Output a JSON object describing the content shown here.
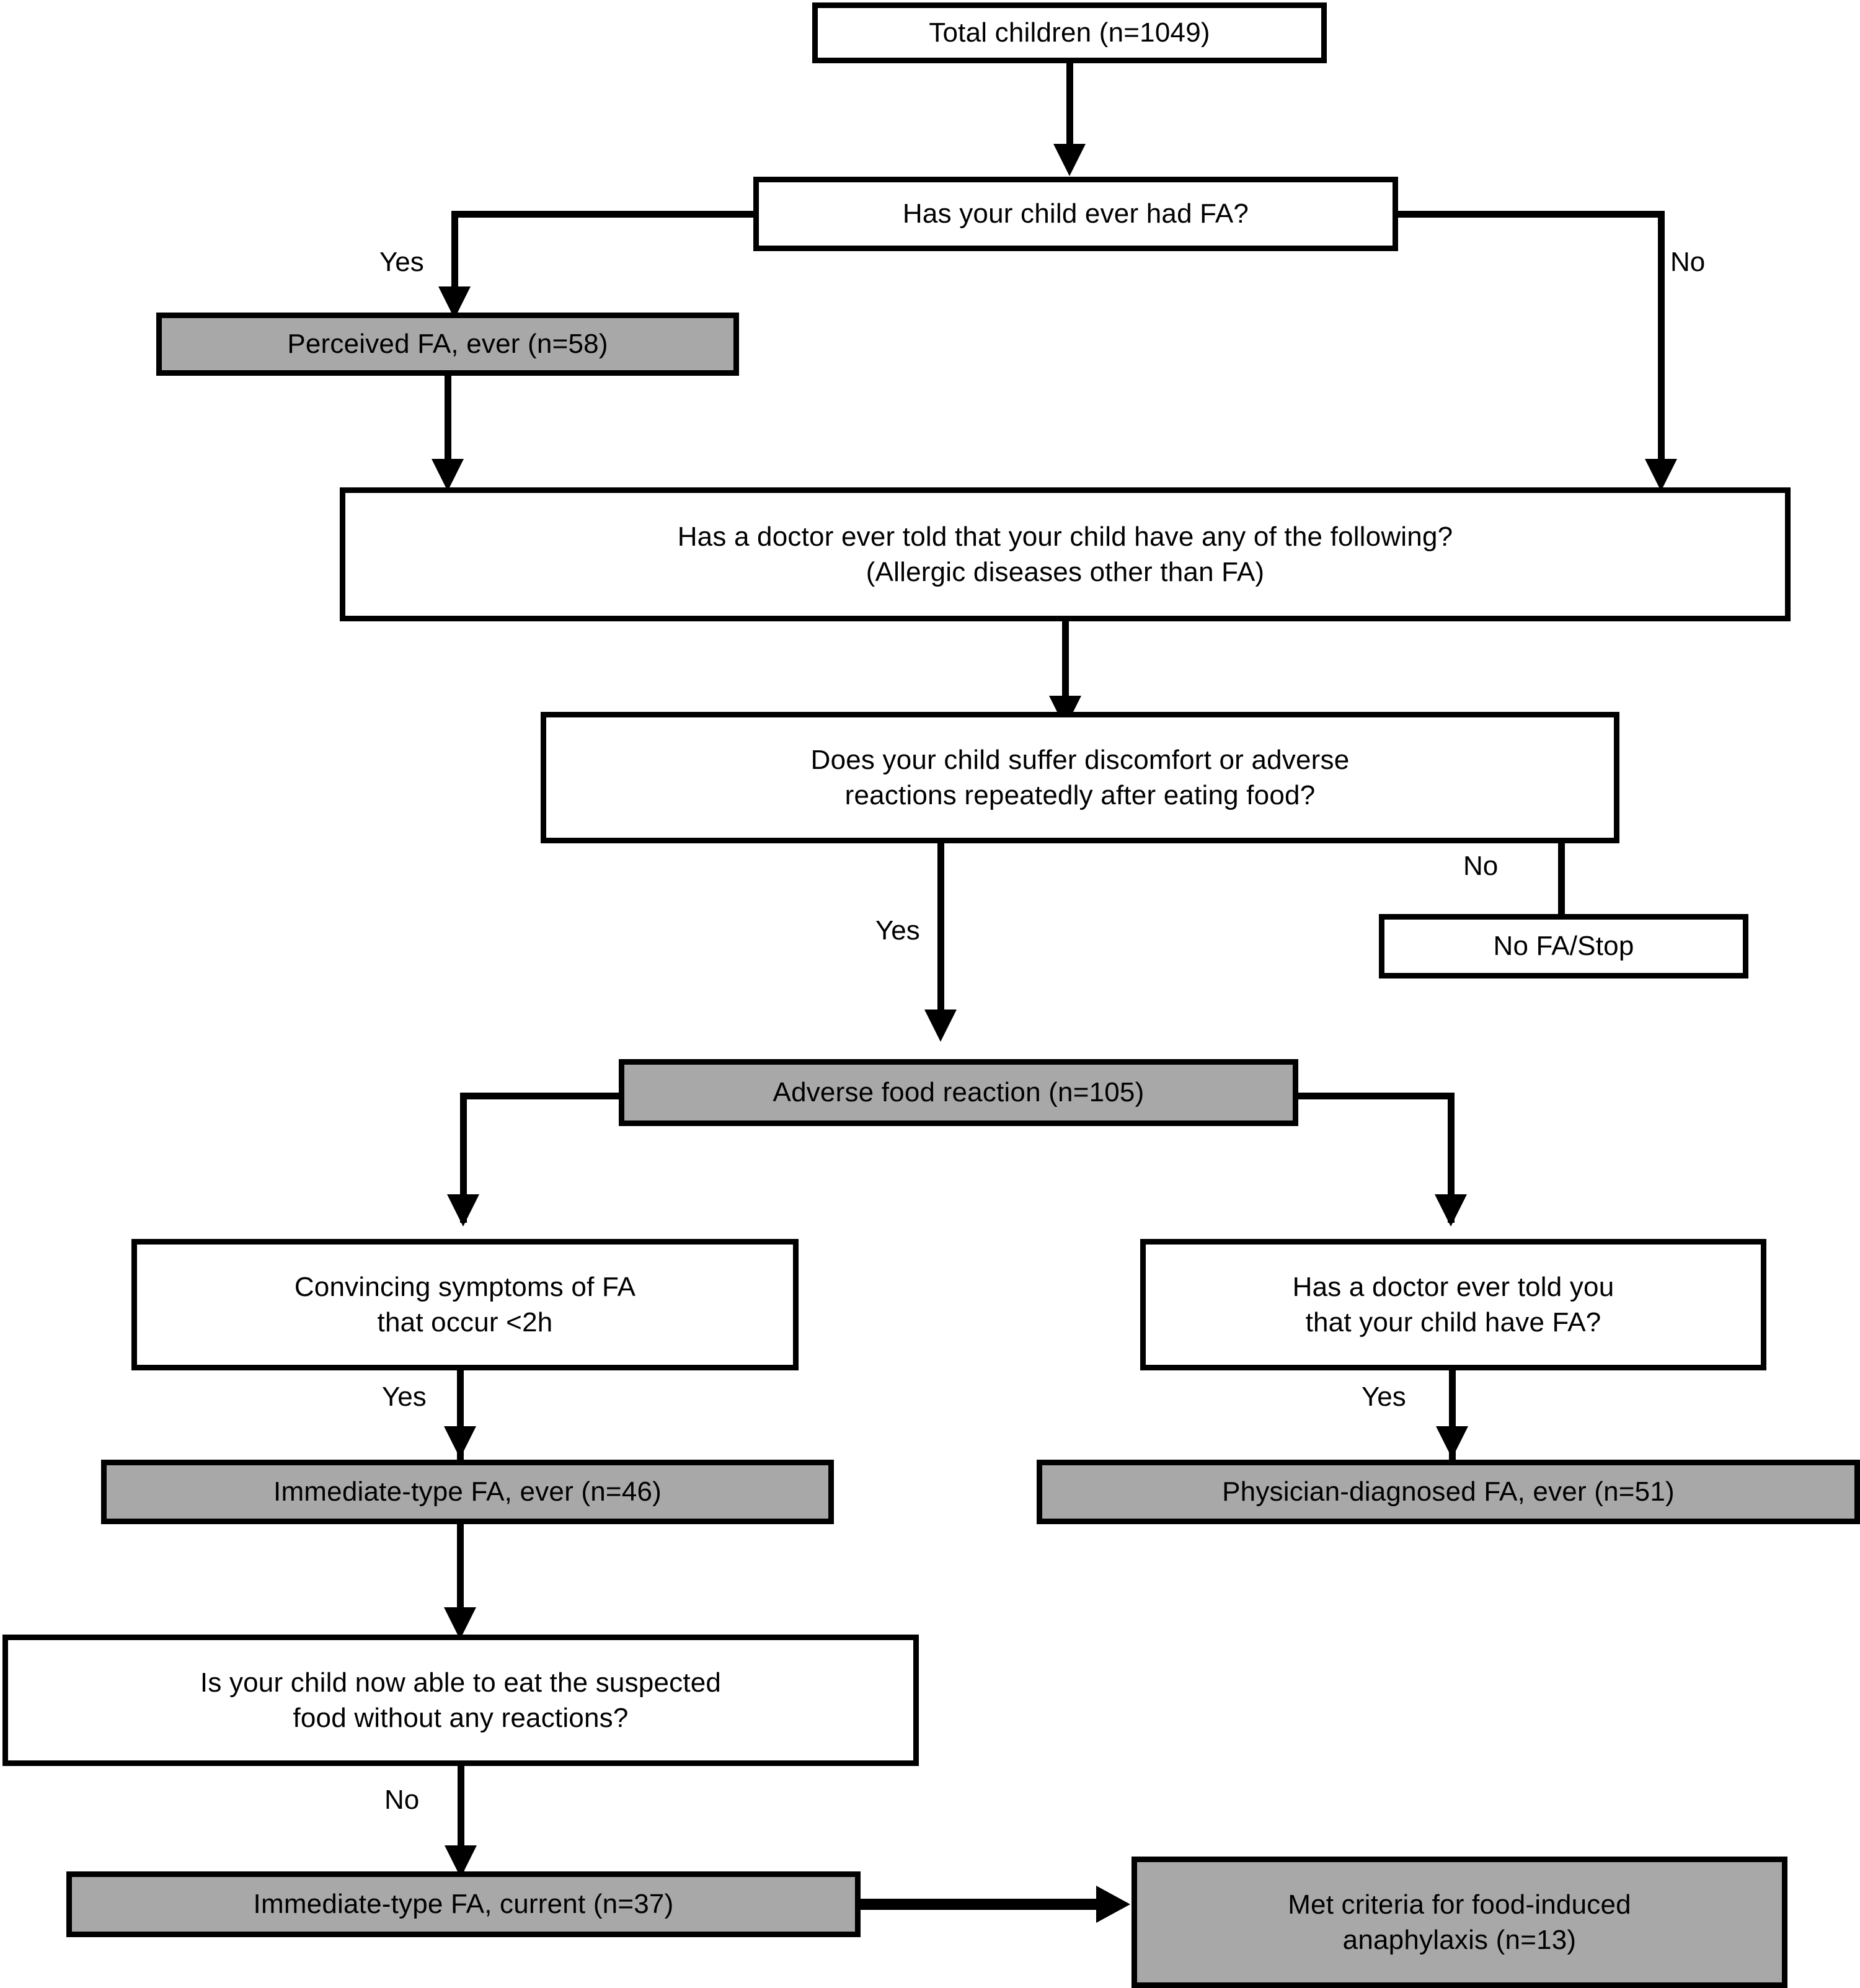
{
  "diagram": {
    "title": "Food allergy questionnaire flowchart",
    "colors": {
      "shaded_fill": "#a8a8a8",
      "plain_fill": "#ffffff",
      "stroke": "#000000"
    },
    "nodes": {
      "total_children": "Total children (n=1049)",
      "q_ever_had_fa": "Has your child ever had FA?",
      "perceived_fa_ever": "Perceived FA, ever (n=58)",
      "q_doctor_told_line1": "Has a doctor ever told that your child have any of the following?",
      "q_doctor_told_line2": "(Allergic diseases other than FA)",
      "q_discomfort_line1": "Does your child suffer discomfort or adverse",
      "q_discomfort_line2": "reactions repeatedly after eating food?",
      "no_fa_stop": "No FA/Stop",
      "adverse_food_reaction": "Adverse food reaction (n=105)",
      "q_convincing_line1": "Convincing symptoms of FA",
      "q_convincing_line2": "that occur <2h",
      "q_doctor_told_you_line1": "Has a doctor ever told you",
      "q_doctor_told_you_line2": "that your child have FA?",
      "immediate_fa_ever": "Immediate-type FA, ever (n=46)",
      "physician_diagnosed_fa_ever": "Physician-diagnosed FA, ever (n=51)",
      "q_able_to_eat_line1": "Is your child now able to eat the suspected",
      "q_able_to_eat_line2": "food without any reactions?",
      "immediate_fa_current": "Immediate-type FA, current (n=37)",
      "anaphylaxis_line1": "Met criteria for food-induced",
      "anaphylaxis_line2": "anaphylaxis (n=13)"
    },
    "edge_labels": {
      "yes_ever_had_fa": "Yes",
      "no_ever_had_fa": "No",
      "yes_discomfort": "Yes",
      "no_discomfort": "No",
      "yes_convincing": "Yes",
      "yes_doctor_told_you": "Yes",
      "no_able_to_eat": "No"
    },
    "counts": {
      "total_children": 1049,
      "perceived_fa_ever": 58,
      "adverse_food_reaction": 105,
      "immediate_fa_ever": 46,
      "physician_diagnosed_fa_ever": 51,
      "immediate_fa_current": 37,
      "anaphylaxis": 13
    }
  }
}
